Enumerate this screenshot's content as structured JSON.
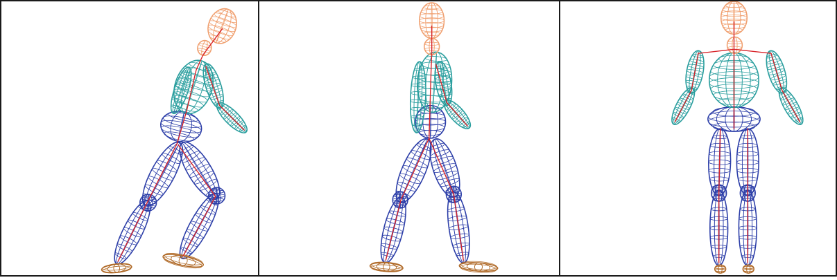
{
  "figure": {
    "panels": [
      {
        "view": "walking-side-lunge"
      },
      {
        "view": "walking-side-mid-stride"
      },
      {
        "view": "standing-front"
      }
    ]
  },
  "colors": {
    "head": "#f0a070",
    "torso_arms": "#2a9e9e",
    "pelvis_legs": "#2c3ea8",
    "feet": "#b06a28",
    "skeleton": "#d8242a",
    "border": "#1a1a1a",
    "background": "#ffffff"
  }
}
